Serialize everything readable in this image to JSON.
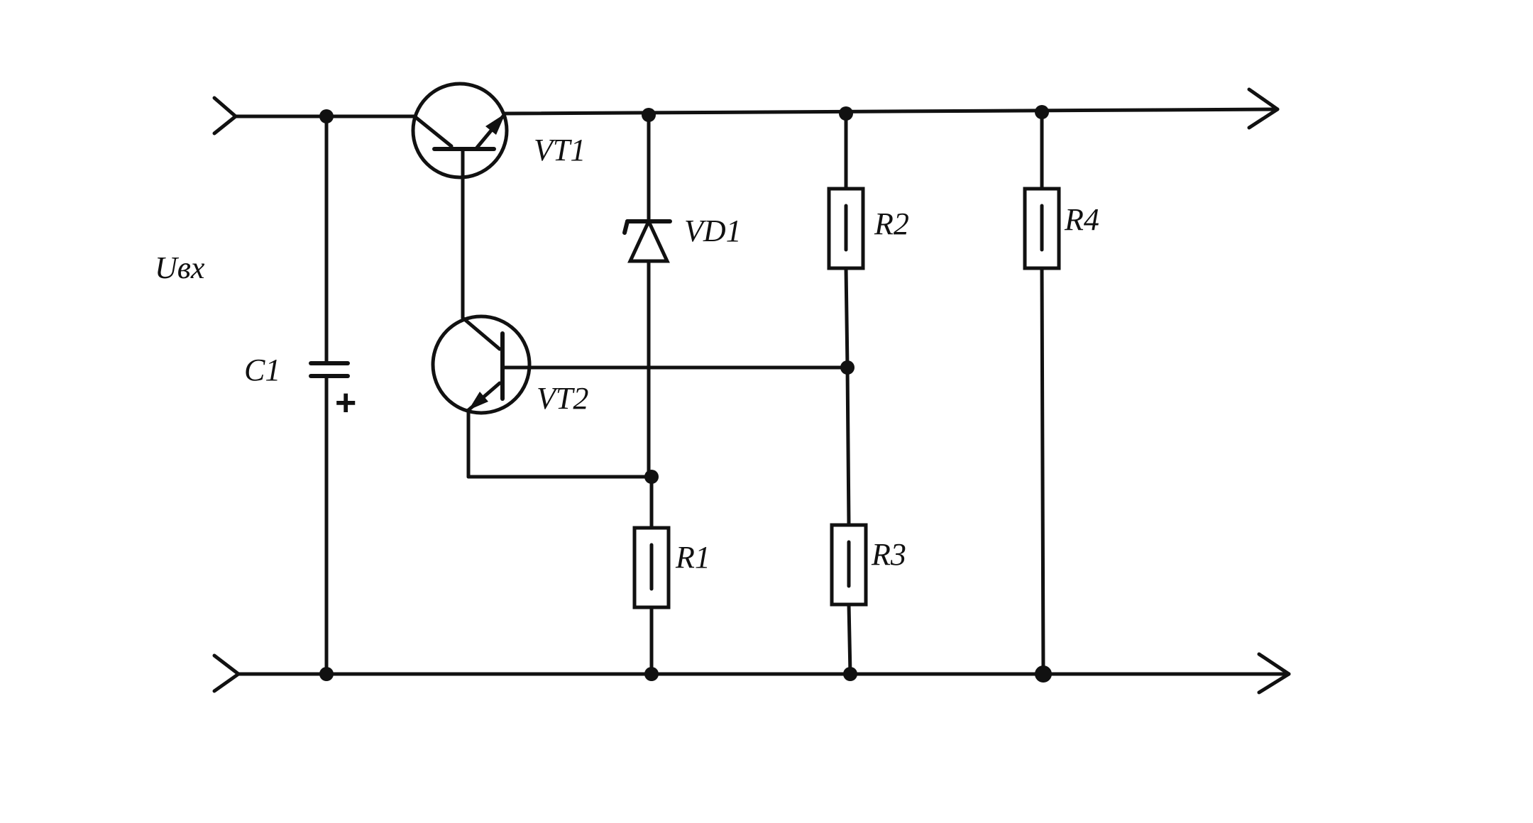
{
  "diagram": {
    "labels": {
      "input": "Uвх",
      "c1": "C1",
      "c1_polarity": "+",
      "vt1": "VT1",
      "vt2": "VT2",
      "vd1": "VD1",
      "r1": "R1",
      "r2": "R2",
      "r3": "R3",
      "r4": "R4"
    },
    "colors": {
      "line": "#111111",
      "background": "#ffffff"
    }
  }
}
